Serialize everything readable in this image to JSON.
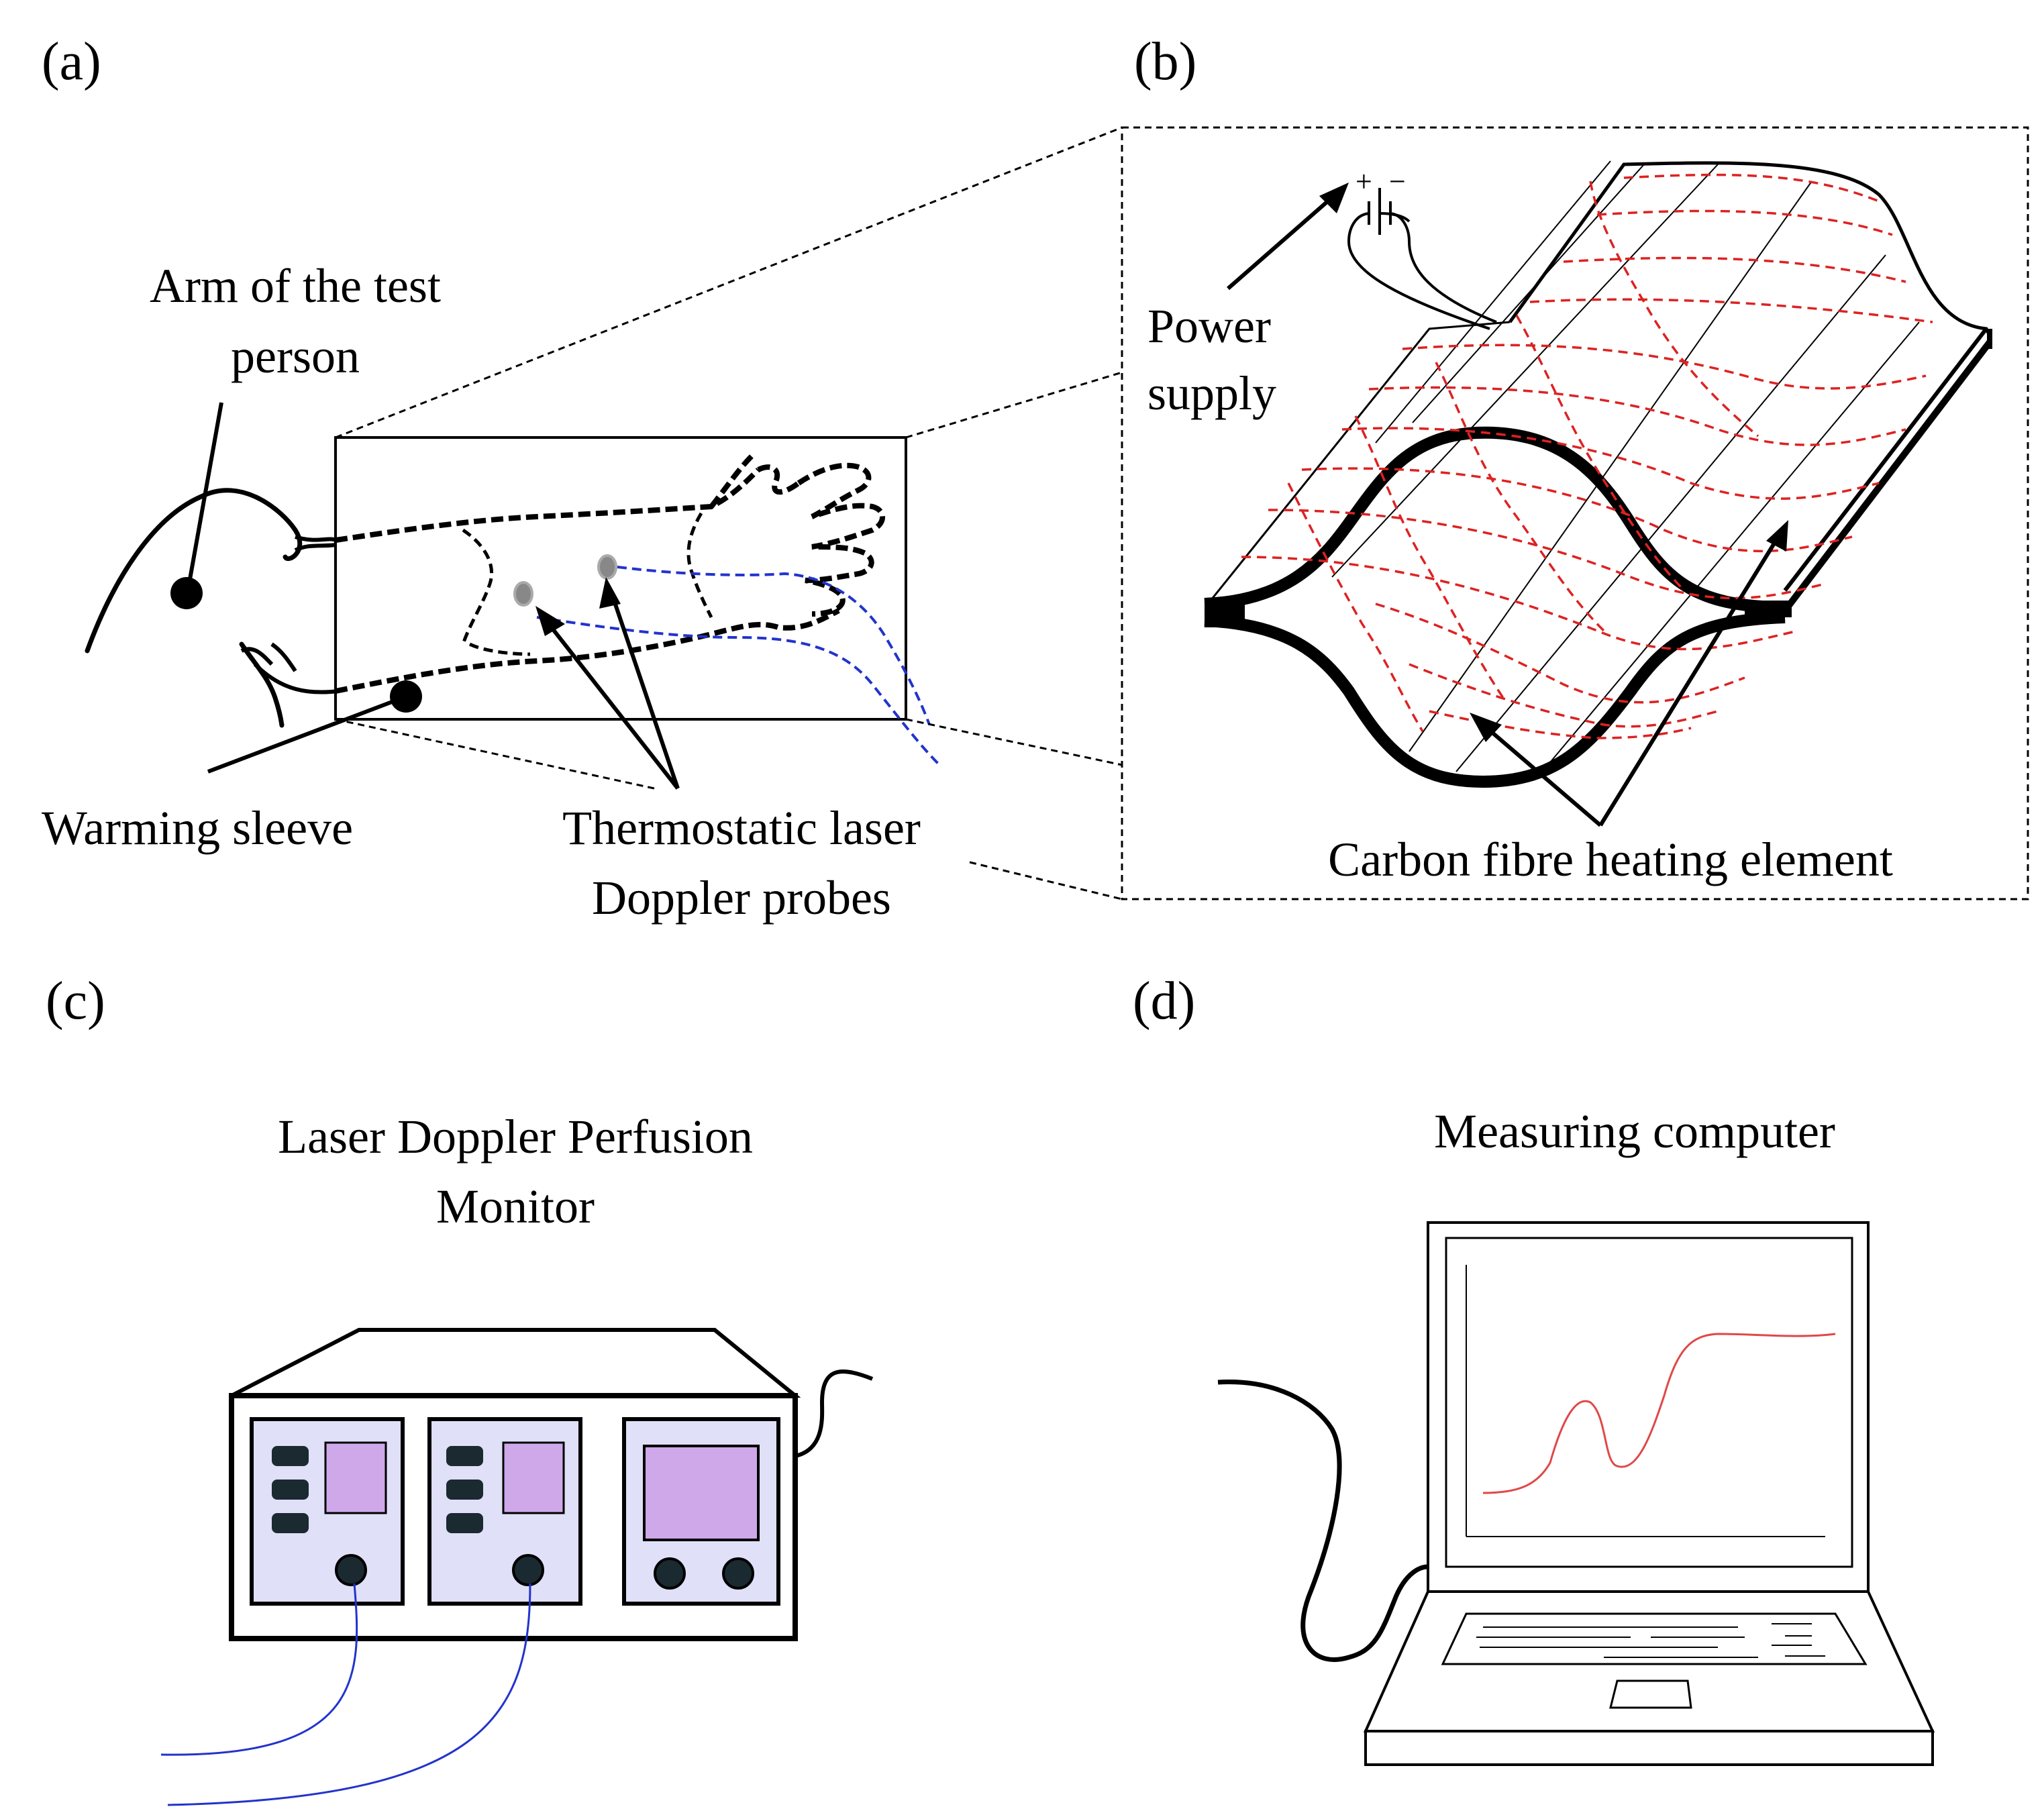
{
  "panels": {
    "a": {
      "label": "(a)",
      "arm_line1": "Arm of the test",
      "arm_line2": "person",
      "sleeve": "Warming  sleeve",
      "probes_line1": "Thermostatic laser",
      "probes_line2": "Doppler probes"
    },
    "b": {
      "label": "(b)",
      "power_line1": "Power",
      "power_line2": "supply",
      "plus": "+",
      "minus": "−",
      "heating": "Carbon fibre heating element"
    },
    "c": {
      "label": "(c)",
      "title_line1": "Laser Doppler Perfusion",
      "title_line2": "Monitor"
    },
    "d": {
      "label": "(d)",
      "title": "Measuring computer"
    }
  },
  "colors": {
    "ink": "#000000",
    "probe_cable": "#2233cc",
    "heating_wire": "#dd2222",
    "screen_fill": "#cfa8ea",
    "panel_fill": "#e0e0f8",
    "button_fill": "#1a2a30",
    "curve": "#e04848"
  }
}
